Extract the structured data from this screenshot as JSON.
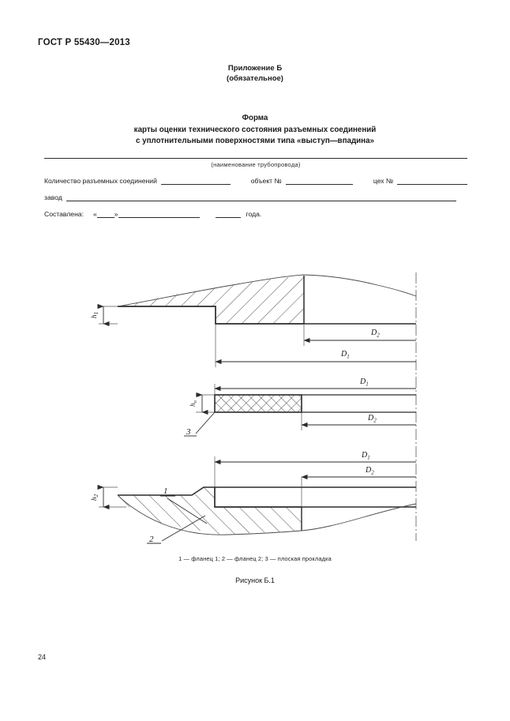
{
  "document": {
    "standard_header": "ГОСТ Р 55430—2013",
    "page_number": "24"
  },
  "appendix": {
    "title": "Приложение Б",
    "subtitle": "(обязательное)"
  },
  "form_title": {
    "line1": "Форма",
    "line2": "карты оценки технического состояния разъемных соединений",
    "line3": "с уплотнительными поверхностями типа «выступ—впадина»"
  },
  "form_fields": {
    "pipeline_caption": "(наименование трубопровода)",
    "count_label": "Количество разъемных соединений",
    "object_label": "объект №",
    "shop_label": "цех №",
    "plant_label": "завод",
    "compiled_label": "Составлена:",
    "quote_open": "«",
    "quote_close": "»",
    "year_suffix": "года."
  },
  "figure": {
    "labels": {
      "part1": "1",
      "part2": "2",
      "part3": "3",
      "h1": "h₁",
      "h1_base": "h",
      "h1_sub": "1",
      "h2_base": "h",
      "h2_sub": "2",
      "hp_base": "h",
      "hp_sub": "п",
      "D1_base": "D",
      "D1_sub": "1",
      "D2_base": "D",
      "D2_sub": "2"
    },
    "legend": "1 — фланец 1;  2 — фланец 2;  3 — плоская прокладка",
    "legend_parts": [
      {
        "num": "1",
        "text": " — фланец 1;"
      },
      {
        "num": "2",
        "text": " — фланец 2;"
      },
      {
        "num": "3",
        "text": " — плоская прокладка"
      }
    ],
    "number": "Рисунок Б.1"
  },
  "colors": {
    "line": "#2b2b2b",
    "thin_line": "#555555",
    "text": "#1a1a1a",
    "background": "#ffffff"
  }
}
